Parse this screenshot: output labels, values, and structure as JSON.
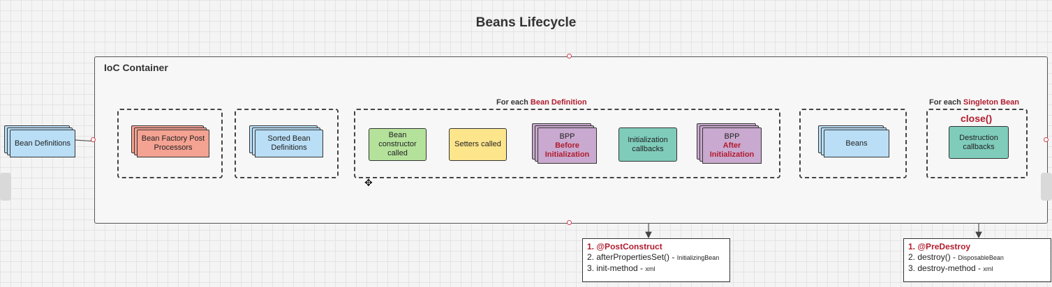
{
  "diagram": {
    "title": "Beans Lifecycle",
    "container_title": "IoC Container",
    "groups": {
      "bean_definition_prefix": "For each",
      "bean_definition_highlight": "Bean Definition",
      "singleton_prefix": "For each",
      "singleton_highlight": "Singleton Bean",
      "close": "close()"
    },
    "nodes": {
      "bean_definitions": "Bean Definitions",
      "bfpp": "Bean Factory Post Processors",
      "sorted_defs": "Sorted Bean Definitions",
      "constructor": "Bean constructor called",
      "setters": "Setters called",
      "bpp_before_top": "BPP",
      "bpp_before_bottom": "Before Initialization",
      "init_callbacks": "Initialization callbacks",
      "bpp_after_top": "BPP",
      "bpp_after_bottom": "After Initialization",
      "beans": "Beans",
      "destruction": "Destruction callbacks"
    },
    "init_notes": {
      "line1_num": "1.",
      "line1": "@PostConstruct",
      "line2": "2. afterPropertiesSet()",
      "line2_sep": " - ",
      "line2_small": "InitializingBean",
      "line3": "3. init-method",
      "line3_sep": " - ",
      "line3_small": "xml"
    },
    "destroy_notes": {
      "line1_num": "1.",
      "line1": "@PreDestroy",
      "line2": "2. destroy()",
      "line2_sep": " - ",
      "line2_small": "DisposableBean",
      "line3": "3. destroy-method",
      "line3_sep": " - ",
      "line3_small": "xml"
    },
    "colors": {
      "blue": "#b9def6",
      "salmon": "#f4a292",
      "green": "#b5e29b",
      "yellow": "#fde58c",
      "purple": "#c9a9cf",
      "teal": "#7fccbb",
      "red_text": "#b01c2e"
    }
  }
}
